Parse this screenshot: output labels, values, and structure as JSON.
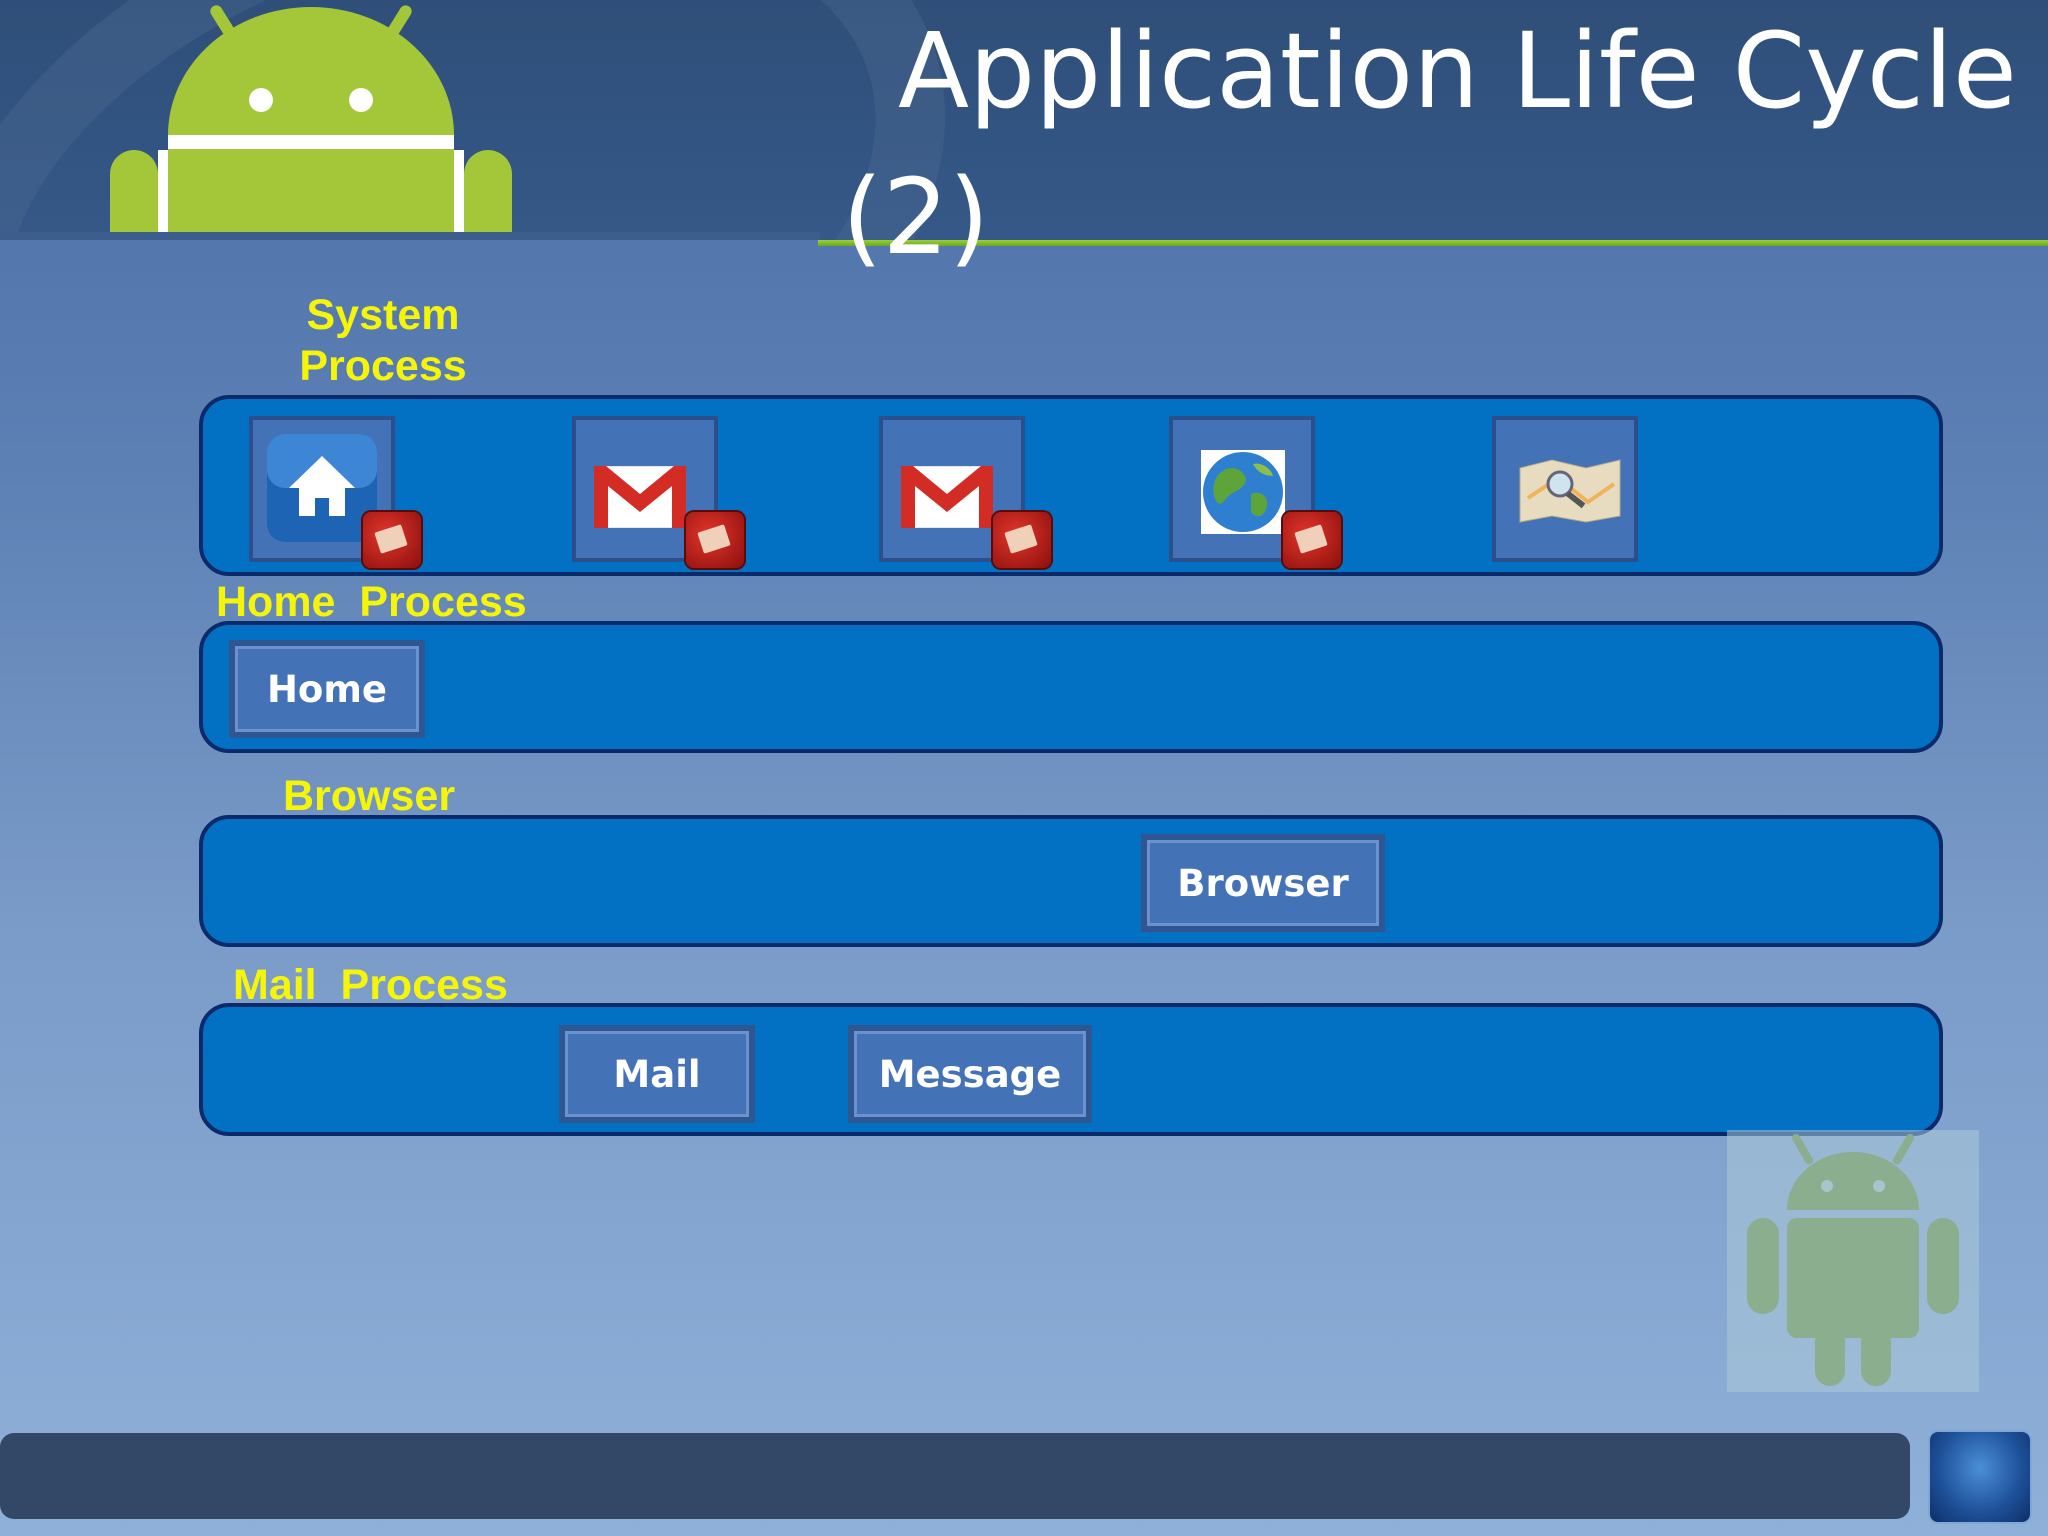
{
  "slide": {
    "title": "Application Life Cycle (2)"
  },
  "lanes": {
    "system": {
      "label": "System\nProcess",
      "icons": [
        "home-app-icon",
        "gmail-icon",
        "gmail-icon",
        "globe-icon",
        "map-icon"
      ]
    },
    "home": {
      "label": "Home  Process",
      "activities": [
        "Home"
      ]
    },
    "browser": {
      "label": "Browser",
      "activities": [
        "Browser"
      ]
    },
    "mail": {
      "label": "Mail  Process",
      "activities": [
        "Mail",
        "Message"
      ]
    }
  },
  "colors": {
    "lane_fill": "#0270c3",
    "label_yellow": "#f5f50a",
    "accent_green": "#8bc53f"
  }
}
